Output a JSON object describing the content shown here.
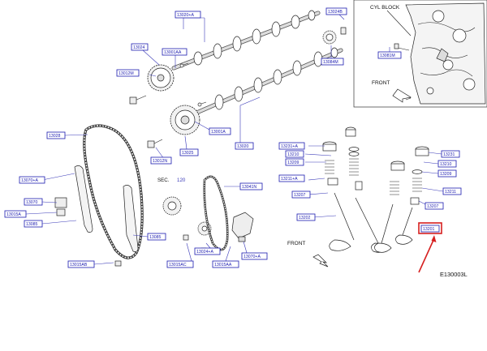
{
  "labels": {
    "l13020A": "13020+A",
    "l13024B": "13024B",
    "l13024": "13024",
    "l13001AA": "13001AA",
    "l13081M": "13081M",
    "l13084M": "13084M",
    "l13012M": "13012M",
    "l13001A": "13001A",
    "l13020": "13020",
    "l13025": "13025",
    "l13028": "13028",
    "l13070A": "13070+A",
    "l13070": "13070",
    "l13015A": "13015A",
    "l13085": "13085",
    "l13012N": "13012N",
    "l13041N": "13041N",
    "l13085b": "13085",
    "l13024A": "13024+A",
    "l13015AB": "13015AB",
    "l13015AC": "13015AC",
    "l13015AA": "13015AA",
    "l13070AA": "13070+A",
    "l13231A": "13231+A",
    "l13210": "13210",
    "l13209": "13209",
    "l13211A": "13211+A",
    "l13207": "13207",
    "l13202": "13202",
    "l13231": "13231",
    "l13210b": "13210",
    "l13209b": "13209",
    "l13211": "13211",
    "l13207b": "13207",
    "l13201": "13201"
  },
  "texts": {
    "cyl_block": "CYL  BLOCK",
    "front_inset": "FRONT",
    "front_main": "FRONT",
    "sec": "SEC.",
    "sec_num": "120",
    "figure_code": "E130003L"
  },
  "colors": {
    "label_border": "#1c1cb0",
    "highlight": "#d62020",
    "arrow": "#d62020"
  }
}
